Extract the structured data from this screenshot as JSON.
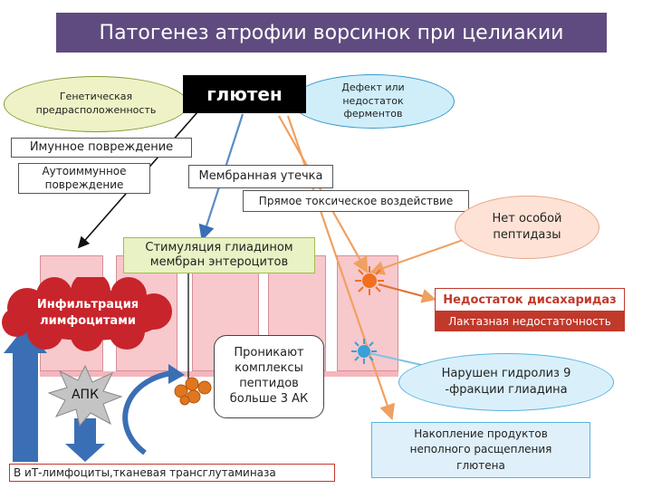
{
  "title": "Патогенез атрофии ворсинок  при целиакии",
  "gluten": "глютен",
  "genetic": "Генетическая предрасположенность",
  "defect": "Дефект или недостаток ферментов",
  "immune_damage": "Имунное повреждение",
  "autoimmune": "Аутоиммунное повреждение",
  "membrane_leak": "Мембранная утечка",
  "toxic": "Прямое токсическое воздействие",
  "stimulation": "Стимуляция глиадином мембран энтероцитов",
  "no_peptidase": "Нет особой пептидазы",
  "disaccharidase": "Недостаток дисахаридаз",
  "lactase": "Лактазная недостаточность",
  "infiltration": "Инфильтрация лимфоцитами",
  "complexes": "Проникают комплексы пептидов больше 3 АК",
  "apc": "АПК",
  "hydrolysis": "Нарушен гидролиз 9 -фракции глиадина",
  "accumulation": "Накопление продуктов неполного расщепления глютена",
  "bottom": "В иТ-лимфоциты,тканевая трансглутаминаза",
  "colors": {
    "title_bg": "#5f4b7f",
    "villus": "#f7c8cc",
    "infiltration": "#c8242b",
    "disaccharidase": "#c0392b",
    "arrow_orange": "#f0a060",
    "arrow_blue": "#3a6fb5"
  }
}
